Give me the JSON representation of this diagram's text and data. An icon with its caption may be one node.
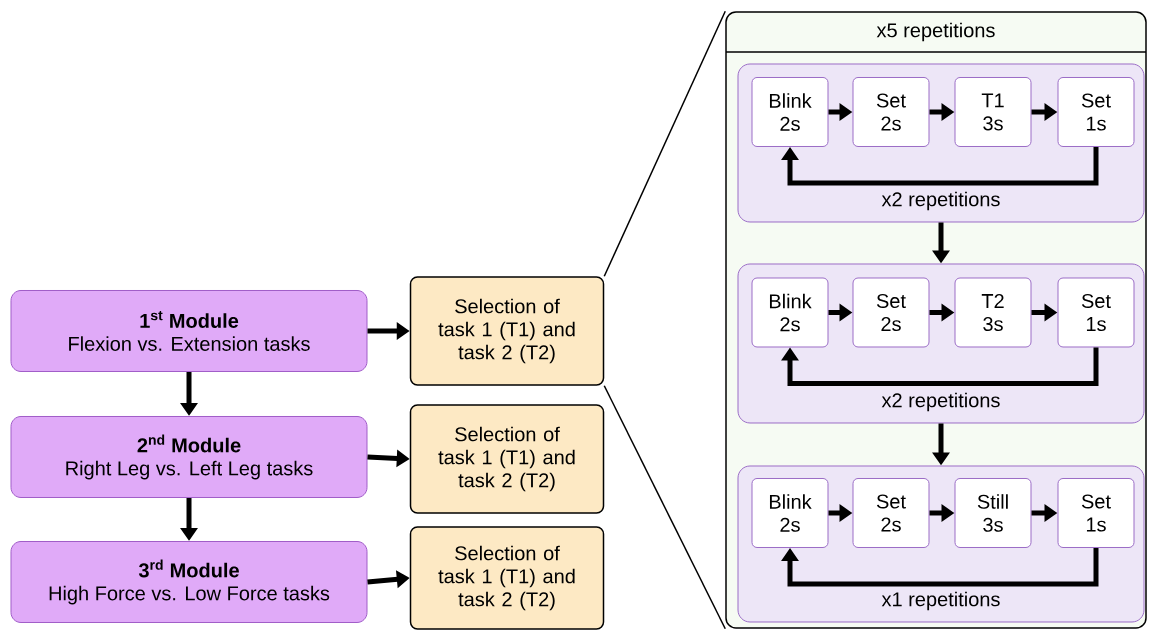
{
  "diagram": {
    "nodes": [
      {
        "text": [
          "1$^{st}$ Module",
          "Flexion vs. Extension tasks"
        ]
      },
      {
        "text": [
          "2$^{nd}$ Module",
          "Right Leg vs. Left Leg tasks"
        ]
      },
      {
        "text": [
          "3$^{rd}$ Module",
          "High Force vs. Low Force tasks"
        ]
      },
      {
        "text": [
          "Selection of task 1 (T1) and task 2 (T2)"
        ]
      },
      {
        "text": [
          "Selection of task 1 (T1) and task 2 (T2)"
        ]
      },
      {
        "text": [
          "Selection of task 1 (T1) and task 2 (T2)"
        ]
      },
      {
        "text": [
          "x5 repetitions"
        ]
      },
      {
        "text": [
          "x2 repetitions"
        ],
        "in": 6
      },
      {
        "text": [
          "Blink 2s"
        ],
        "in": 7
      },
      {
        "text": [
          "Set 2s"
        ],
        "in": 7
      },
      {
        "text": [
          "T1 3s"
        ],
        "in": 7
      },
      {
        "text": [
          "Set 1s"
        ],
        "in": 7
      },
      {
        "text": [
          "x2 repetitions"
        ],
        "in": 6
      },
      {
        "text": [
          "Blink 2s"
        ],
        "in": 12
      },
      {
        "text": [
          "Set 2s"
        ],
        "in": 12
      },
      {
        "text": [
          "T2 3s"
        ],
        "in": 12
      },
      {
        "text": [
          "Set 1s"
        ],
        "in": 12
      },
      {
        "text": [
          "x1 repetitions"
        ],
        "in": 6
      },
      {
        "text": [
          "Blink 2s"
        ],
        "in": 17
      },
      {
        "text": [
          "Set 2s"
        ],
        "in": 17
      },
      {
        "text": [
          "Still 3s"
        ],
        "in": 17
      },
      {
        "text": [
          "Set 1s"
        ],
        "in": 17
      }
    ],
    "edges": [
      {
        "from": 0,
        "to": 1,
        "arrow": "to"
      },
      {
        "from": 1,
        "to": 2,
        "arrow": "to"
      },
      {
        "from": 0,
        "to": 3,
        "arrow": "to"
      },
      {
        "from": 1,
        "to": 4,
        "arrow": "to"
      },
      {
        "from": 2,
        "to": 5,
        "arrow": "to"
      },
      {
        "from": 3,
        "to": 6,
        "arrow": "none"
      },
      {
        "from": 3,
        "to": 6,
        "arrow": "none"
      },
      {
        "from": 8,
        "to": 9,
        "arrow": "to"
      },
      {
        "from": 9,
        "to": 10,
        "arrow": "to"
      },
      {
        "from": 10,
        "to": 11,
        "arrow": "to"
      },
      {
        "from": 11,
        "to": 8,
        "arrow": "to"
      },
      {
        "from": 7,
        "to": 12,
        "arrow": "to"
      },
      {
        "from": 13,
        "to": 14,
        "arrow": "to"
      },
      {
        "from": 14,
        "to": 15,
        "arrow": "to"
      },
      {
        "from": 15,
        "to": 16,
        "arrow": "to"
      },
      {
        "from": 16,
        "to": 13,
        "arrow": "to"
      },
      {
        "from": 12,
        "to": 17,
        "arrow": "to"
      },
      {
        "from": 18,
        "to": 19,
        "arrow": "to"
      },
      {
        "from": 19,
        "to": 20,
        "arrow": "to"
      },
      {
        "from": 20,
        "to": 21,
        "arrow": "to"
      },
      {
        "from": 21,
        "to": 18,
        "arrow": "to"
      }
    ]
  }
}
